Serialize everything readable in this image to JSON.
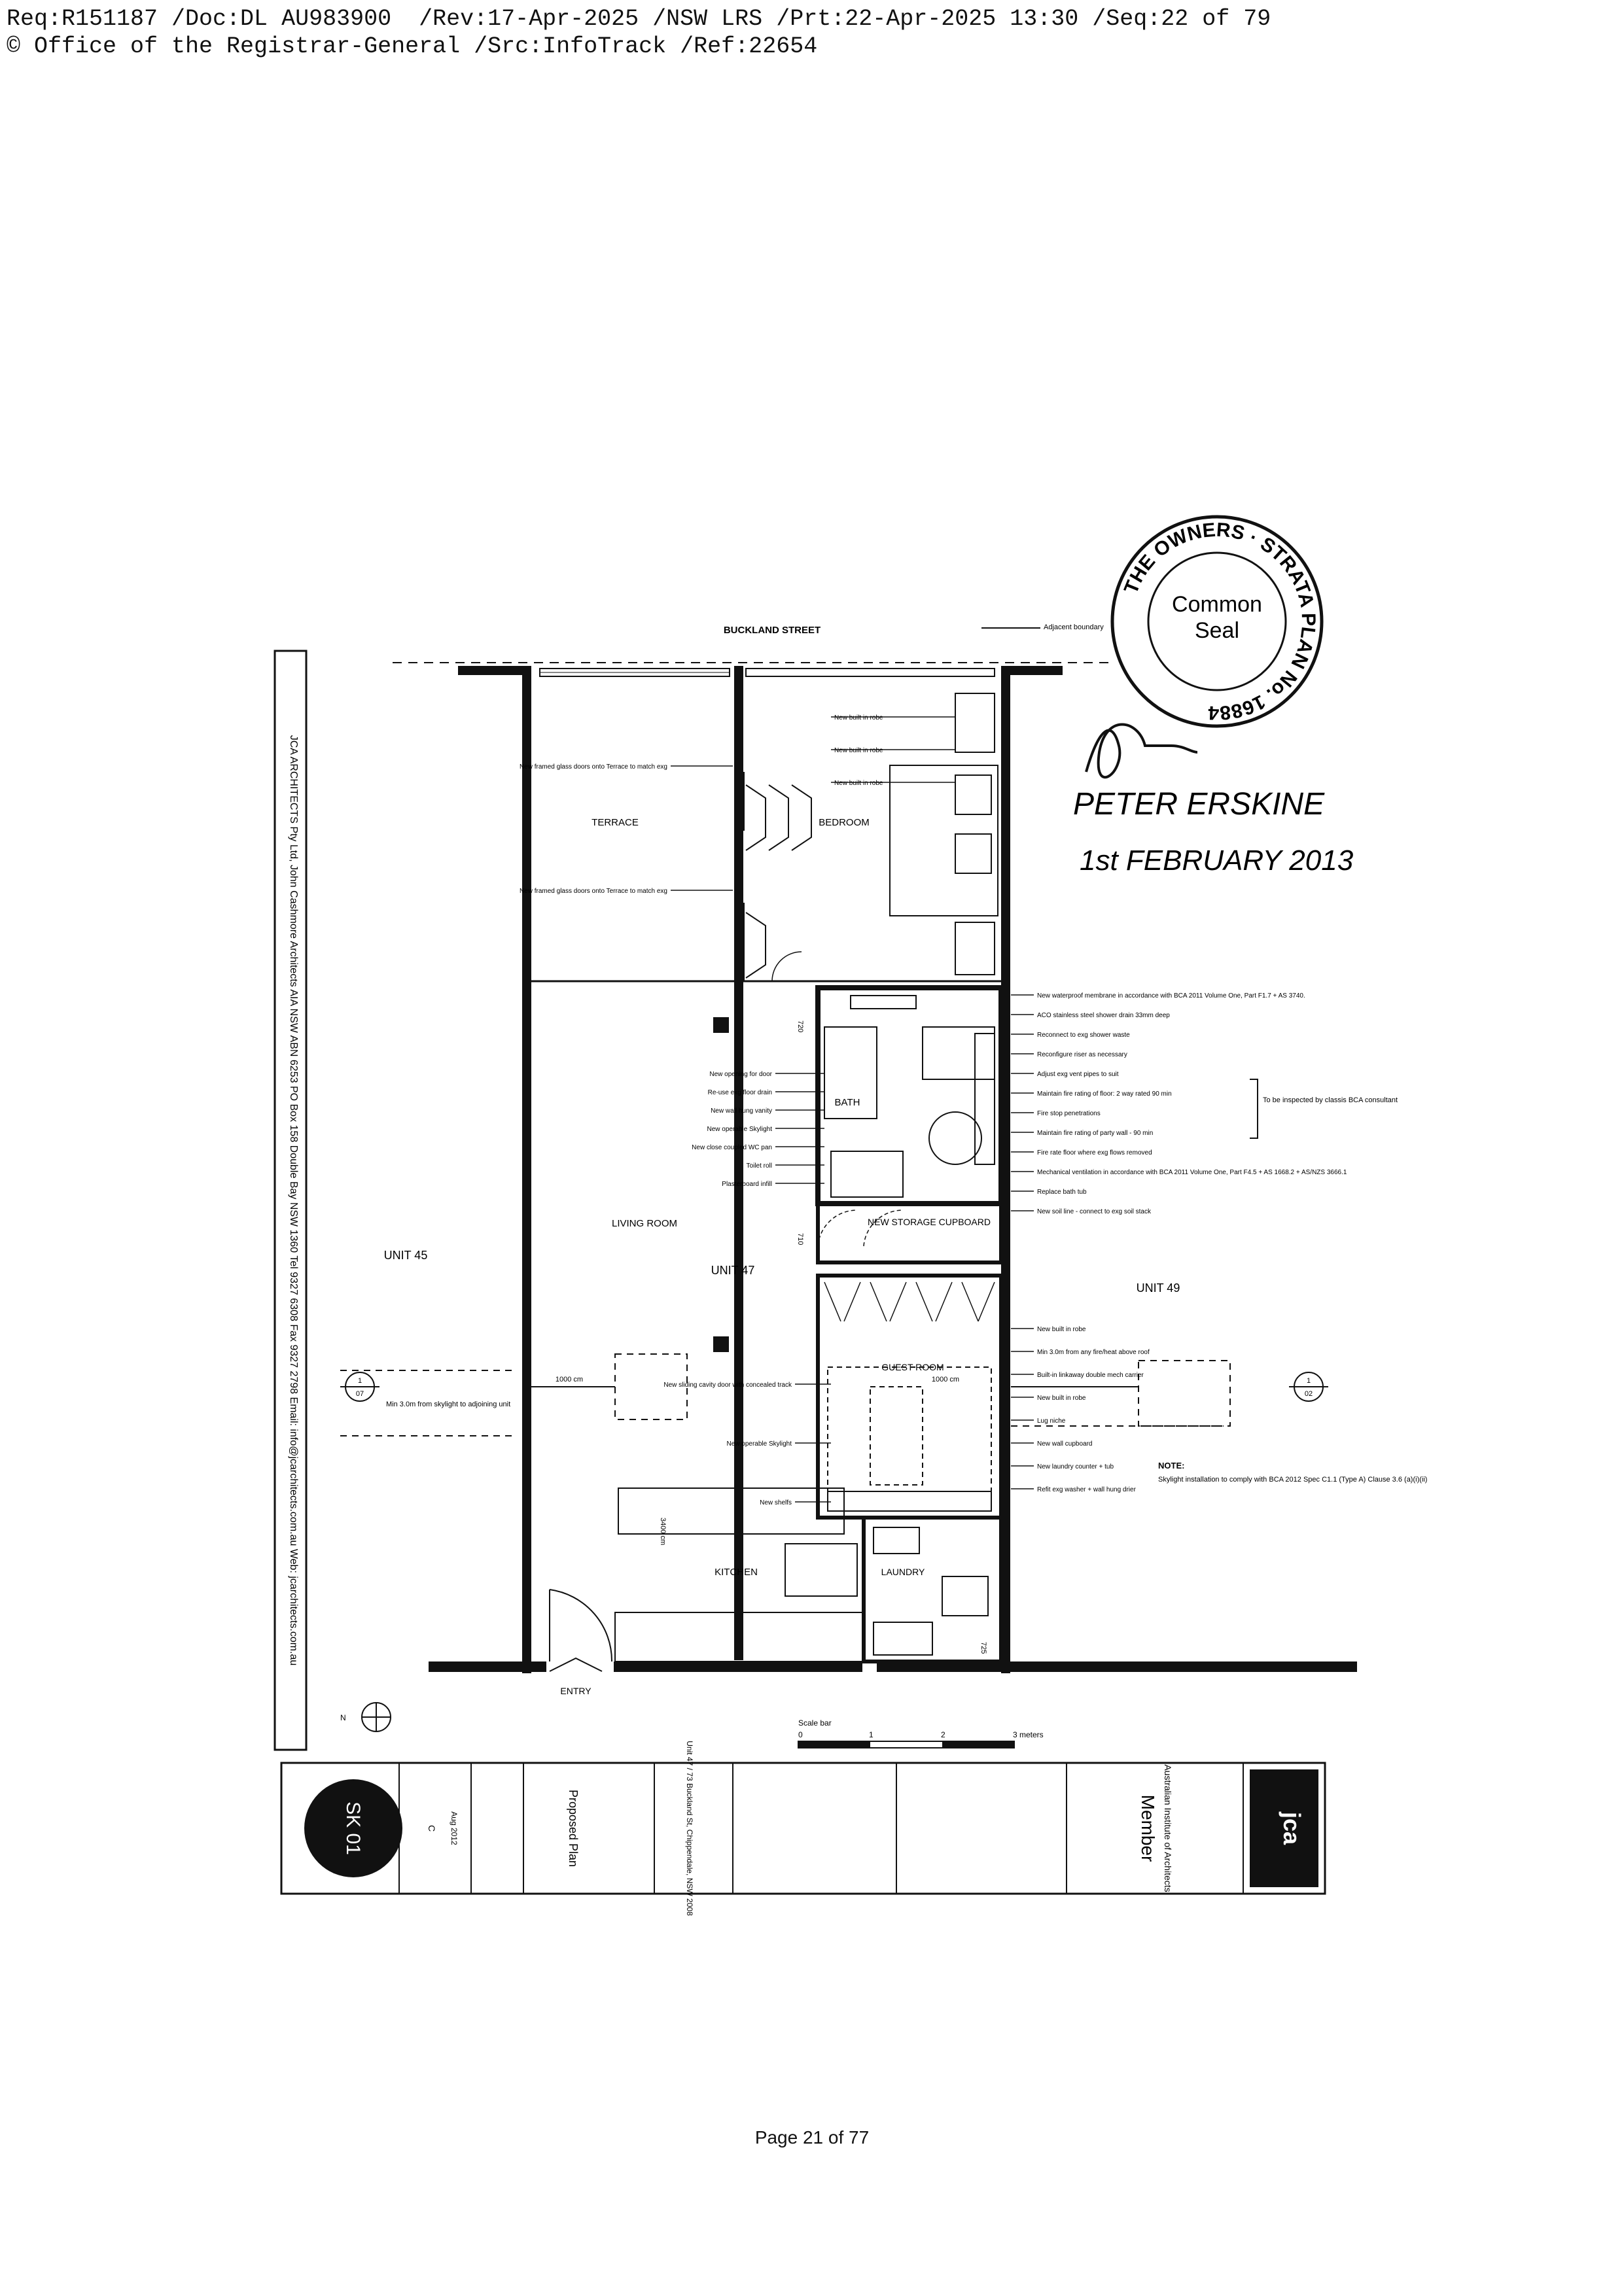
{
  "header": {
    "line1": "Req:R151187 /Doc:DL AU983900  /Rev:17-Apr-2025 /NSW LRS /Prt:22-Apr-2025 13:30 /Seq:22 of 79",
    "line2": "© Office of the Registrar-General /Src:InfoTrack /Ref:22654"
  },
  "plan": {
    "street": "BUCKLAND STREET",
    "adjacent_boundary": "Adjacent boundary",
    "rooms": {
      "terrace": "TERRACE",
      "bedroom": "BEDROOM",
      "living": "LIVING ROOM",
      "unit45": "UNIT 45",
      "unit47": "UNIT 47",
      "unit49": "UNIT 49",
      "bath": "BATH",
      "storage": "NEW STORAGE CUPBOARD",
      "guest": "GUEST ROOM",
      "kitchen": "KITCHEN",
      "laundry": "LAUNDRY",
      "entry": "ENTRY"
    },
    "dimensions": {
      "d1000a": "1000 cm",
      "d1000b": "1000 cm",
      "d3400": "3400 cm",
      "d710": "710",
      "d720": "720",
      "d725": "725"
    },
    "notes_left": [
      "New framed glass doors onto Terrace to match exg",
      "New framed glass doors onto Terrace to match exg",
      "New opening for door",
      "Re-use exg floor drain",
      "New wall hung vanity",
      "New operable Skylight",
      "New close coupled WC pan",
      "Toilet roll",
      "Plasterboard infill",
      "New sliding cavity door with concealed track",
      "New operable Skylight",
      "New shelfs"
    ],
    "notes_right": [
      "New built in robe",
      "New built in robe",
      "New built in robe",
      "New waterproof membrane in accordance with BCA 2011 Volume One, Part F1.7 + AS 3740.",
      "ACO stainless steel shower drain 33mm deep",
      "Reconnect to exg shower waste",
      "Reconfigure riser as necessary",
      "Adjust exg vent pipes to suit",
      "Maintain fire rating of floor: 2 way rated 90 min",
      "Fire stop penetrations",
      "Maintain fire rating of party wall - 90 min",
      "Fire rate floor where exg flows removed",
      "Mechanical ventilation in accordance with BCA 2011 Volume One, Part F4.5 + AS 1668.2 + AS/NZS 3666.1",
      "Replace bath tub",
      "New soil line - connect to exg soil stack",
      "New built in robe",
      "Min 3.0m from any fire/heat above roof",
      "Built-in linkaway double mech carrier",
      "New built in robe",
      "Lug niche",
      "New wall cupboard",
      "New laundry counter + tub",
      "Refit exg washer + wall hung drier"
    ],
    "to_be_inspected": "To be inspected by classis BCA consultant",
    "left_note": "Min 3.0m from skylight to adjoining unit",
    "note_title": "NOTE:",
    "note_body": "Skylight installation to comply with BCA 2012 Spec C1.1 (Type A) Clause 3.6 (a)(i)(ii)",
    "section_ref_top": "1",
    "section_ref_bottom": "07",
    "section_ref_right_top": "1",
    "section_ref_right_bottom": "02",
    "scale_label": "Scale bar",
    "scale_ticks": [
      "0",
      "1",
      "2",
      "3 meters"
    ],
    "firm_strip": "JCA ARCHITECTS Pty Ltd, John Cashmore Architects AIA NSW ABN 6253 PO Box 158 Double Bay NSW 1360 Tel 9327 6308 Fax 9327 2798 Email: info@jcarchitects.com.au Web: jcarchitects.com.au",
    "north": "N"
  },
  "title_block": {
    "sheet": "SK 01",
    "drawing_title": "Proposed Plan",
    "project": "Unit 47 / 73 Buckland St, Chippendale, NSW 2008",
    "rev": "C",
    "date": "Aug 2012",
    "member": "Member",
    "institute": "Australian Institute of Architects",
    "logo": "jca"
  },
  "seal": {
    "outer_text": "THE OWNERS · STRATA PLAN No. 16884",
    "center_line1": "Common",
    "center_line2": "Seal"
  },
  "signature": {
    "name": "PETER ERSKINE",
    "date": "1st FEBRUARY 2013"
  },
  "footer": {
    "page": "Page 21 of 77"
  }
}
